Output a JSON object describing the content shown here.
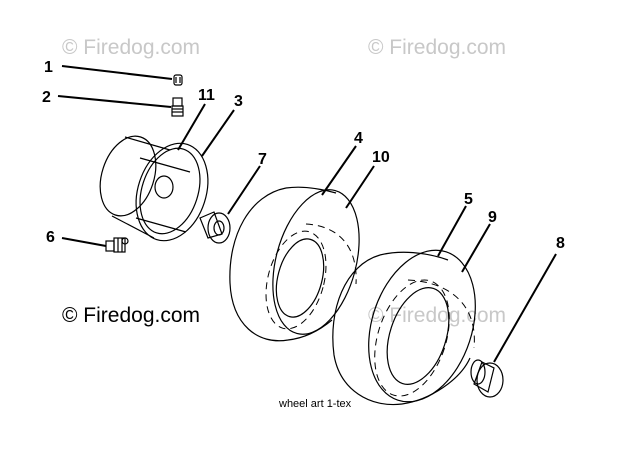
{
  "watermarks": {
    "top_left": "© Firedog.com",
    "top_right": "© Firedog.com",
    "main": "© Firedog.com",
    "lower_right": "© Firedog.com"
  },
  "caption": "wheel art 1-tex",
  "callouts": {
    "c1": "1",
    "c2": "2",
    "c3": "3",
    "c4": "4",
    "c5": "5",
    "c6": "6",
    "c7": "7",
    "c8": "8",
    "c9": "9",
    "c10": "10",
    "c11": "11"
  }
}
